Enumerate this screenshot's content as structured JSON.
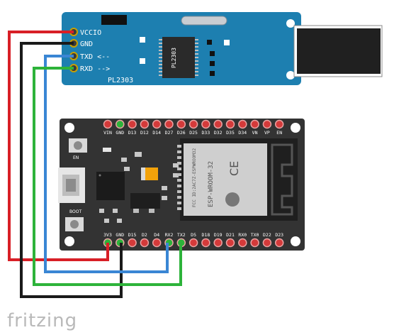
{
  "pl2303": {
    "name": "PL2303",
    "chip_label": "PL2303",
    "pins": [
      "VCCIO",
      "GND",
      "TXD <--",
      "RXD -->"
    ]
  },
  "esp32": {
    "top_pins": [
      "VIN",
      "GND",
      "D13",
      "D12",
      "D14",
      "D27",
      "D26",
      "D25",
      "D33",
      "D32",
      "D35",
      "D34",
      "VN",
      "VP",
      "EN"
    ],
    "bottom_pins": [
      "3V3",
      "GND",
      "D15",
      "D2",
      "D4",
      "RX2",
      "TX2",
      "D5",
      "D18",
      "D19",
      "D21",
      "RX0",
      "TX0",
      "D22",
      "D23"
    ],
    "en_label": "EN",
    "boot_label": "BOOT",
    "module_text": [
      "ESP-WROOM-32",
      "FCC ID:2AC7Z-ESPWROOM32",
      "CE"
    ]
  },
  "wires": [
    {
      "from": "VCCIO",
      "to": "3V3",
      "color": "#d81f26"
    },
    {
      "from": "GND",
      "to": "GND",
      "color": "#1a1a1a"
    },
    {
      "from": "TXD",
      "to": "RX2",
      "color": "#3a86d4"
    },
    {
      "from": "RXD",
      "to": "TX2",
      "color": "#2db33a"
    }
  ],
  "brand": "fritzing"
}
